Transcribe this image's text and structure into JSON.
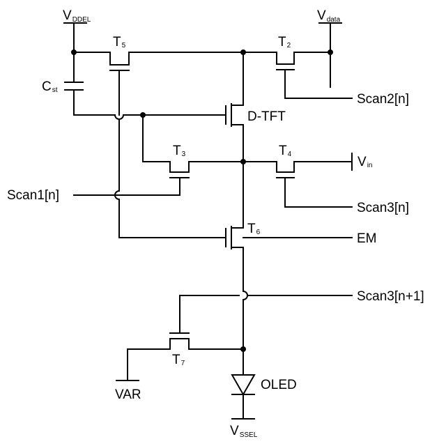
{
  "labels": {
    "vddel": {
      "main": "V",
      "sub": "DDEL"
    },
    "vdata": {
      "main": "V",
      "sub": "data"
    },
    "vin": {
      "main": "V",
      "sub": "in"
    },
    "vssel": {
      "main": "V",
      "sub": "SSEL"
    },
    "var": "VAR",
    "cst": {
      "main": "C",
      "sub": "st"
    },
    "t2": {
      "main": "T",
      "sub": "2"
    },
    "t3": {
      "main": "T",
      "sub": "3"
    },
    "t4": {
      "main": "T",
      "sub": "4"
    },
    "t5": {
      "main": "T",
      "sub": "5"
    },
    "t6": {
      "main": "T",
      "sub": "6"
    },
    "t7": {
      "main": "T",
      "sub": "7"
    },
    "dtft": "D-TFT",
    "oled": "OLED",
    "scan1": "Scan1[n]",
    "scan2": "Scan2[n]",
    "scan3": "Scan3[n]",
    "scan3_next": "Scan3[n+1]",
    "em": "EM"
  }
}
